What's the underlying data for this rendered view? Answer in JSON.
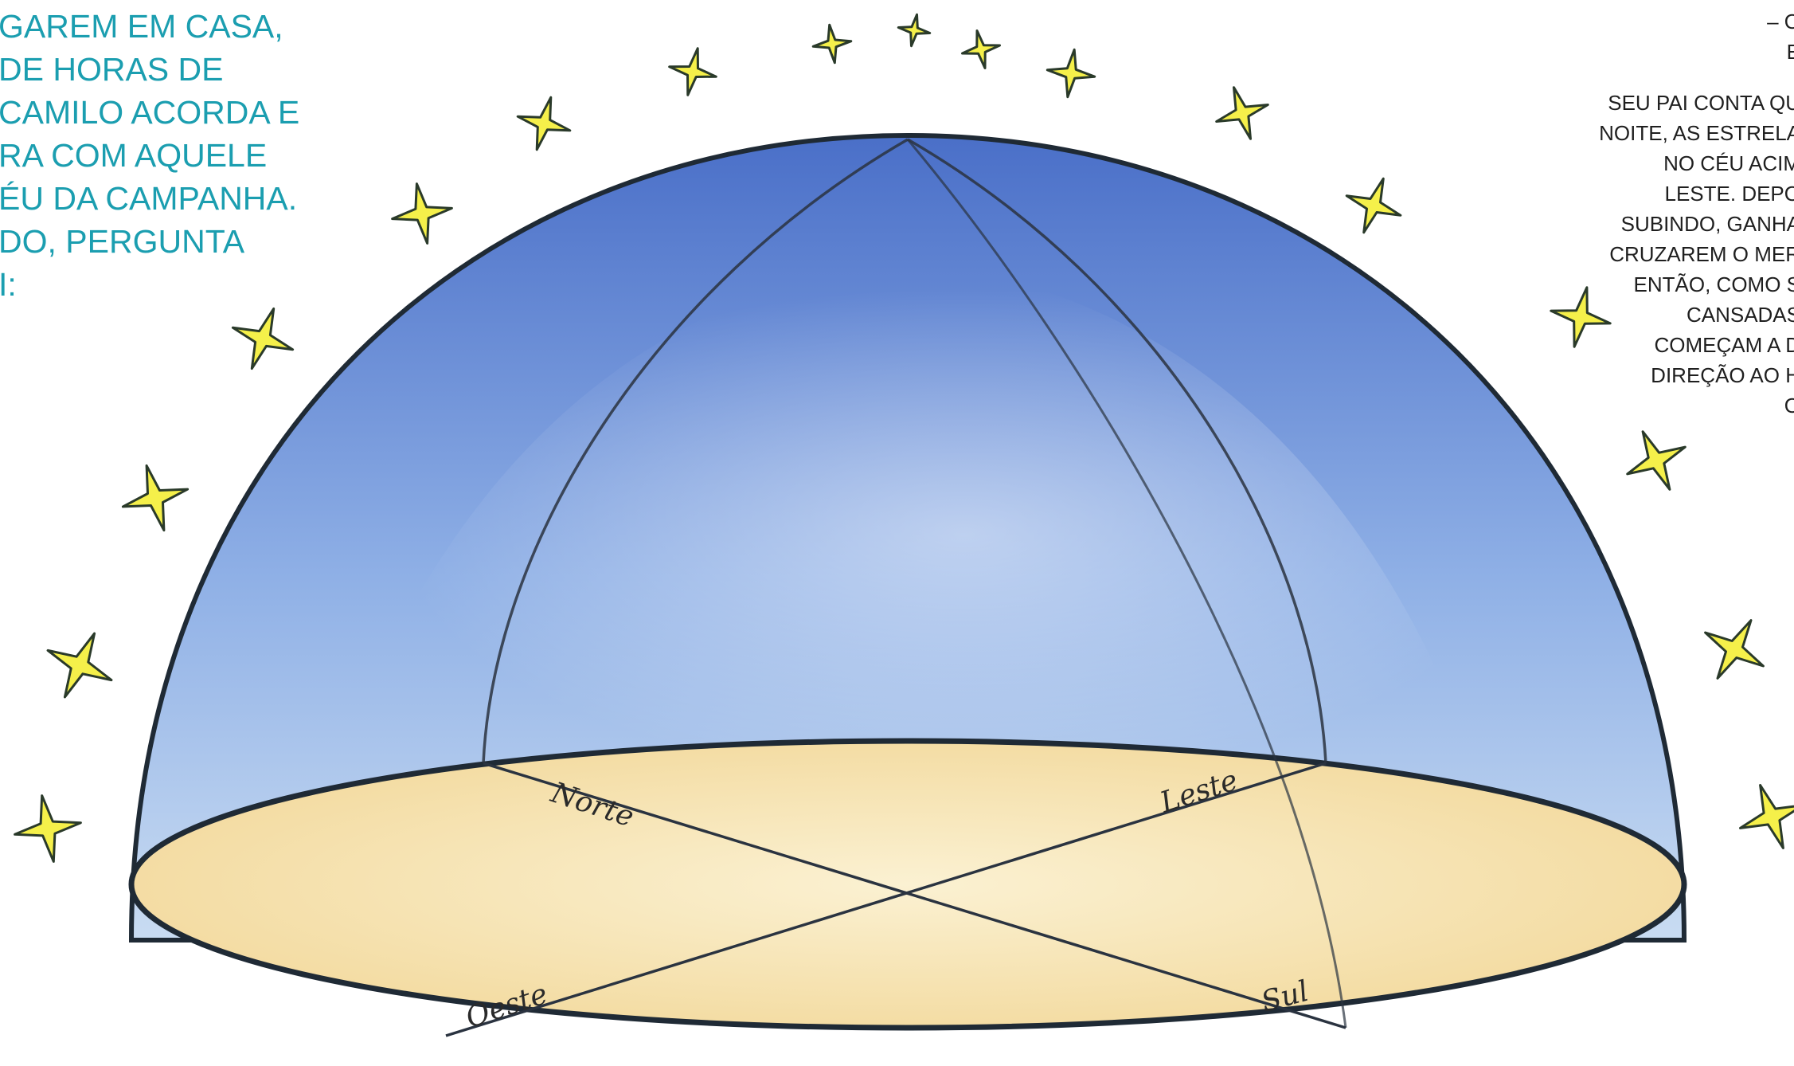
{
  "left_text": {
    "lines": [
      "GAREM EM CASA,",
      "DE HORAS DE",
      "CAMILO ACORDA E",
      "RA COM AQUELE",
      "ÉU DA CAMPANHA.",
      "DO, PERGUNTA",
      "I:"
    ]
  },
  "right_text": {
    "top_lines": [
      "– O",
      "E"
    ],
    "body_lines": [
      "SEU PAI CONTA QU",
      "NOITE, AS ESTRELA",
      "NO CÉU ACIM",
      "LESTE. DEPO",
      "SUBINDO, GANHA",
      "CRUZAREM O MER",
      "ENTÃO, COMO S",
      "CANSADAS",
      "COMEÇAM A D",
      "DIREÇÃO AO H",
      "O"
    ]
  },
  "illustration": {
    "direction_labels": {
      "north": "Norte",
      "east": "Leste",
      "west": "Oeste",
      "south": "Sul"
    },
    "colors": {
      "dome_top": "#4a6fc8",
      "dome_mid": "#8fb0e6",
      "dome_low": "#c9dcf2",
      "ground": "#f2d89a",
      "ground_center": "#fbf1d2",
      "star_fill": "#f5f04a",
      "outline": "#1f2a35"
    }
  }
}
